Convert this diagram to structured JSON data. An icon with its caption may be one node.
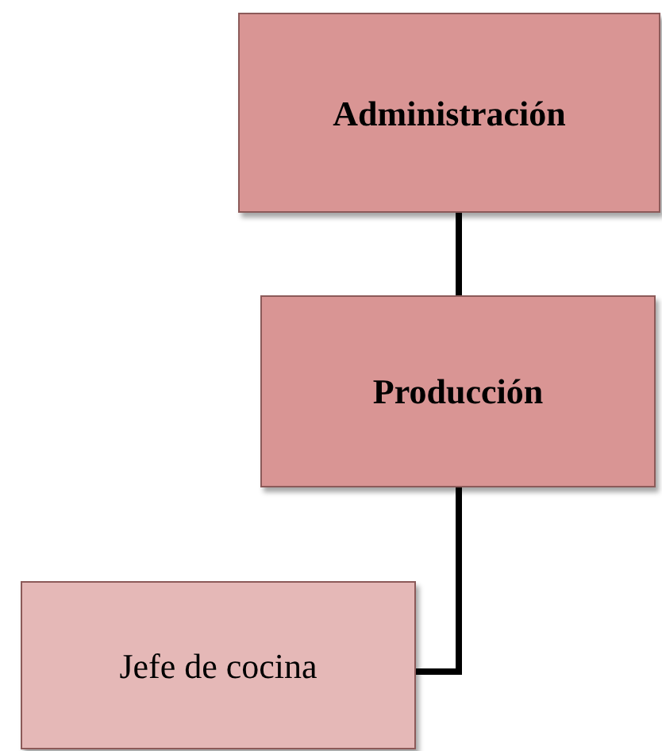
{
  "diagram": {
    "nodes": [
      {
        "text": [
          "Administración"
        ]
      },
      {
        "text": [
          "Producción"
        ]
      },
      {
        "text": [
          "Jefe de cocina"
        ]
      }
    ],
    "edges": [
      {
        "from": 0,
        "to": 1,
        "arrow": "none"
      },
      {
        "from": 1,
        "to": 2,
        "arrow": "none"
      }
    ]
  }
}
